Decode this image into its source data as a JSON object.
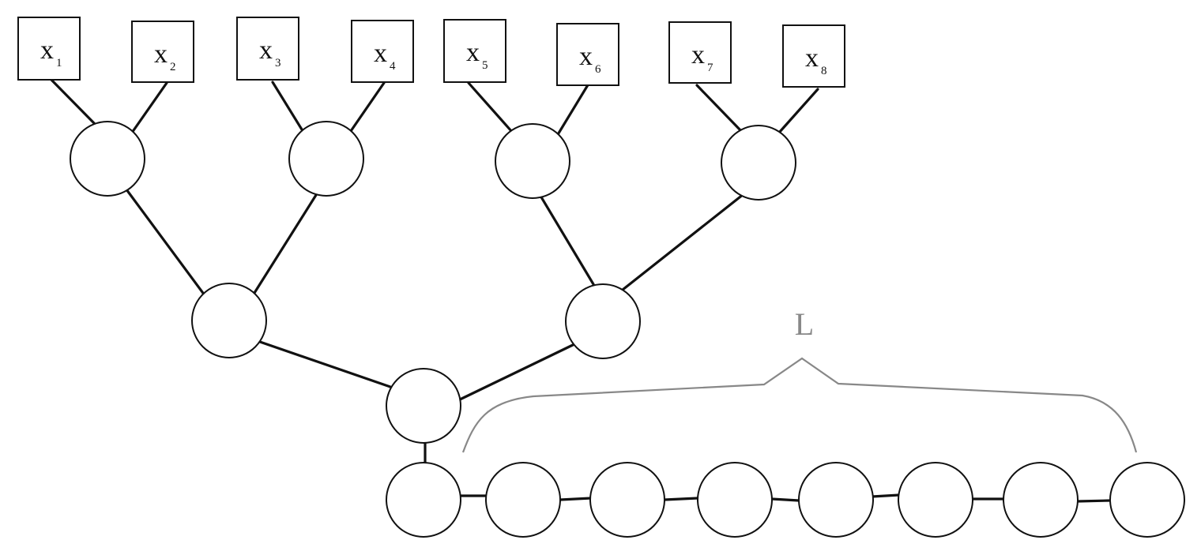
{
  "diagram": {
    "inputs": [
      {
        "base": "x",
        "sub": "1"
      },
      {
        "base": "x",
        "sub": "2"
      },
      {
        "base": "x",
        "sub": "3"
      },
      {
        "base": "x",
        "sub": "4"
      },
      {
        "base": "x",
        "sub": "5"
      },
      {
        "base": "x",
        "sub": "6"
      },
      {
        "base": "x",
        "sub": "7"
      },
      {
        "base": "x",
        "sub": "8"
      }
    ],
    "chain_length_label": "L",
    "chain_node_count": 8,
    "colors": {
      "line": "#111111",
      "brace": "#888888",
      "background": "#ffffff"
    }
  }
}
